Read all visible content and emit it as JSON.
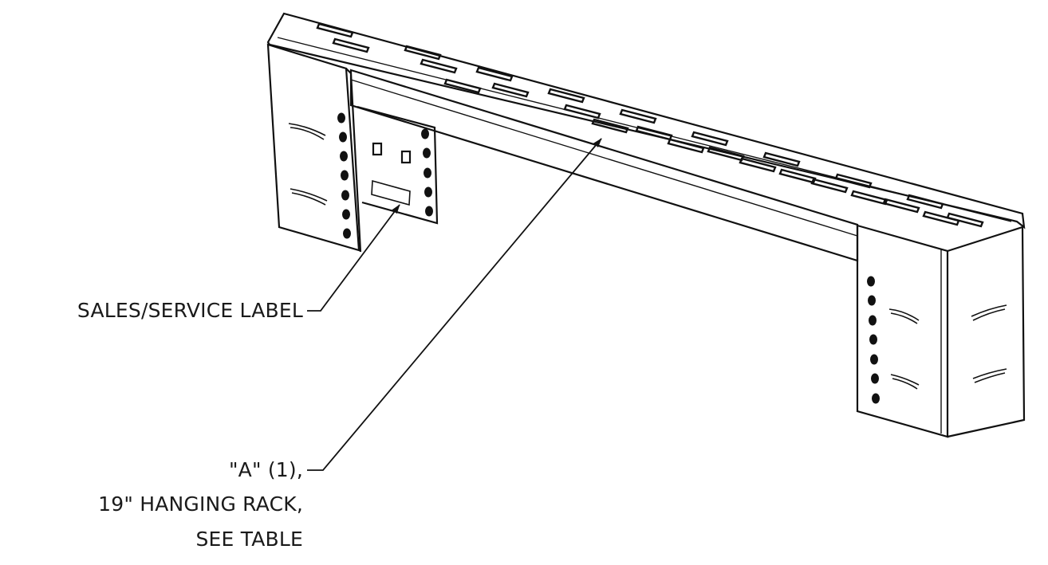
{
  "callouts": {
    "sales_label": "SALES/SERVICE LABEL",
    "rack_line1": "\"A\" (1),",
    "rack_line2": "19\" HANGING RACK,",
    "rack_line3": "SEE TABLE"
  },
  "colors": {
    "line": "#111111",
    "background": "#ffffff"
  }
}
